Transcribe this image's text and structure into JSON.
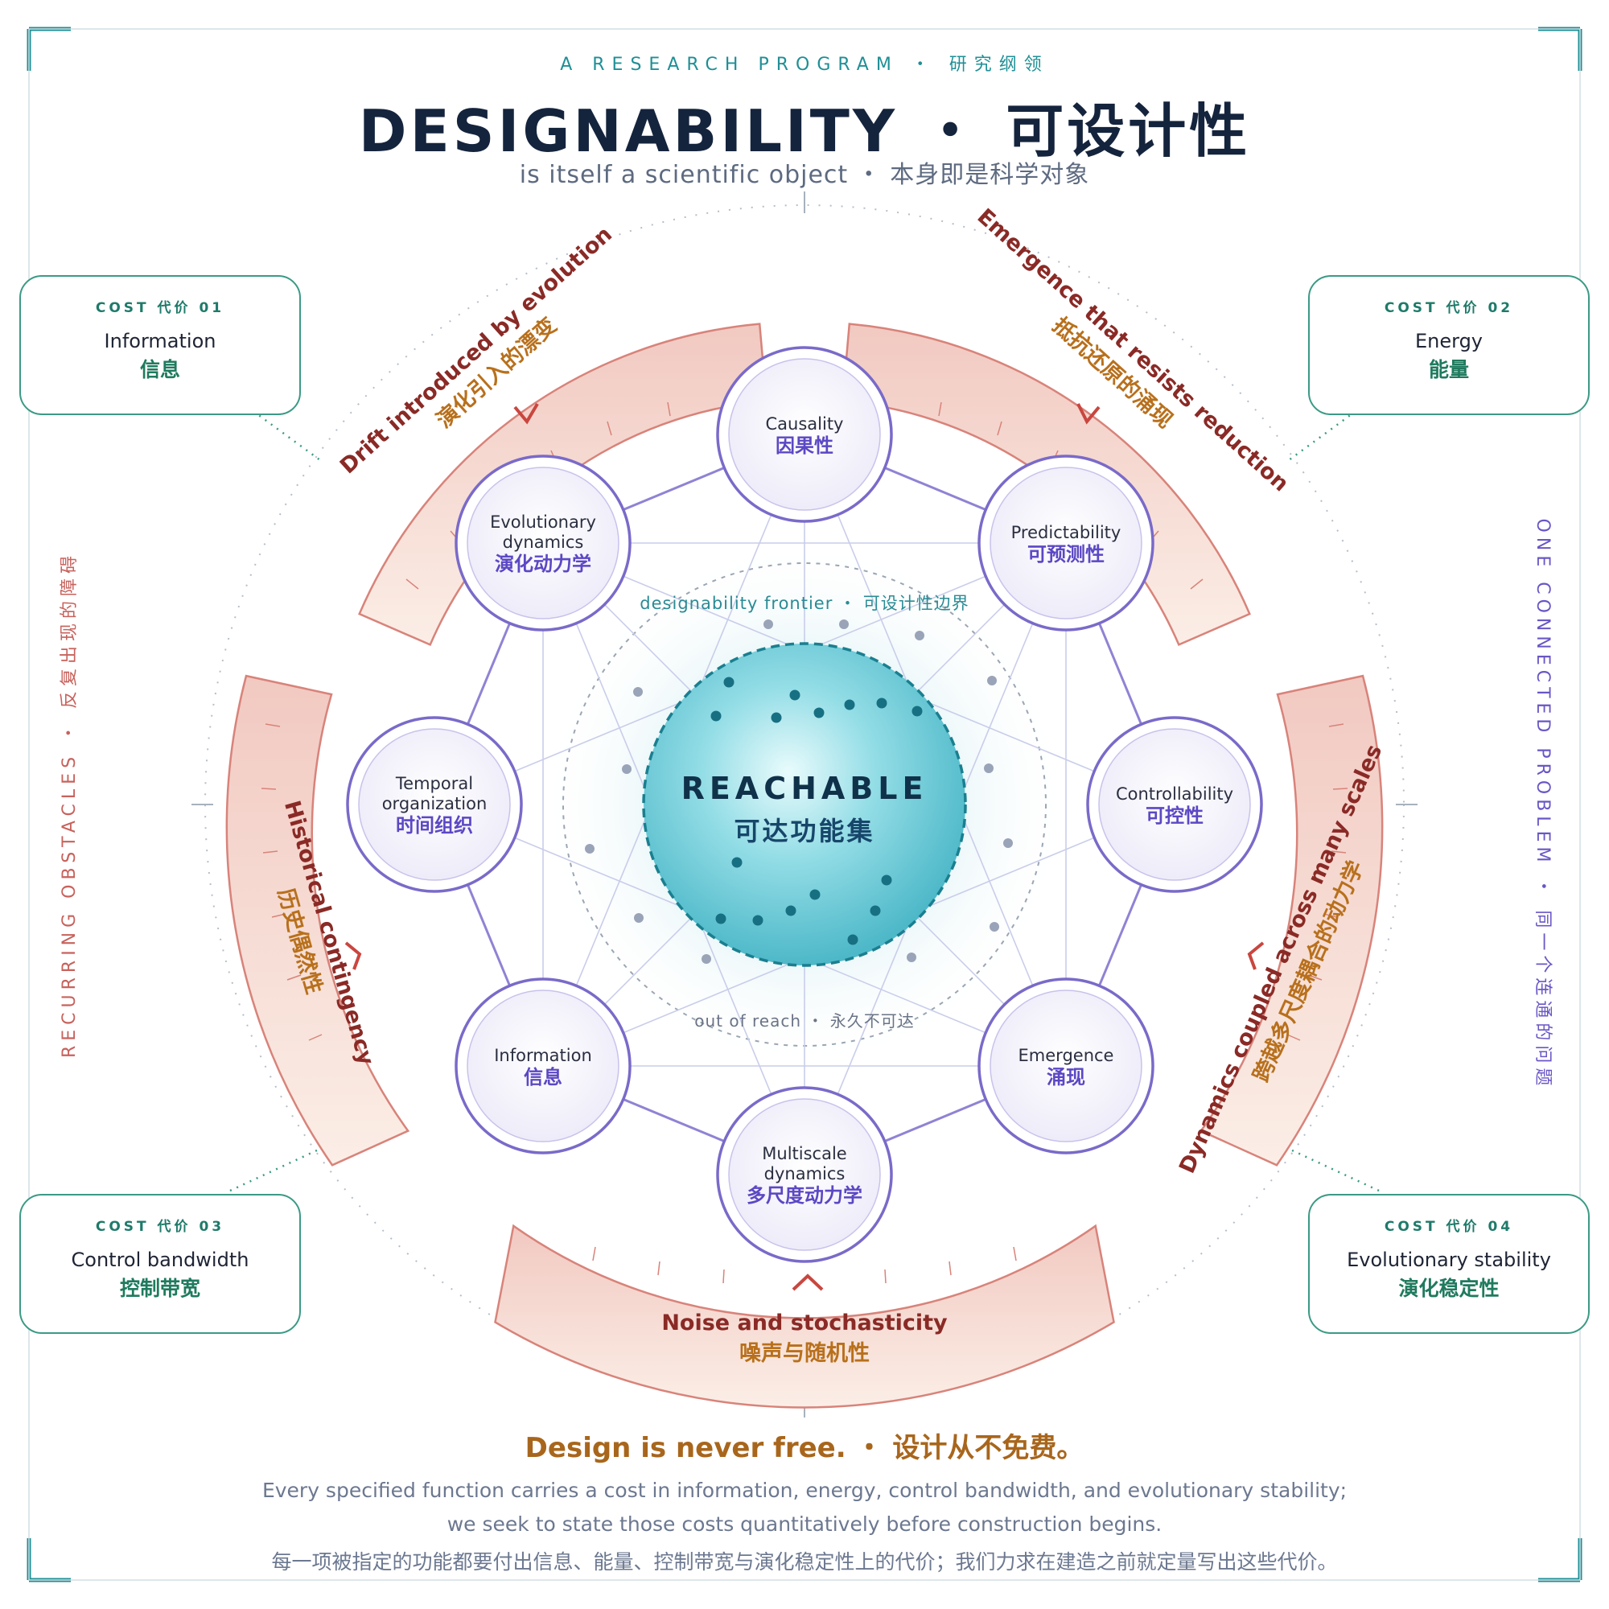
{
  "header": {
    "kicker": "A RESEARCH PROGRAM ・ 研究纲领",
    "title": "DESIGNABILITY ・ 可设计性",
    "subtitle": "is itself a scientific object ・ 本身即是科学对象"
  },
  "side_labels": {
    "left": "RECURRING OBSTACLES ・ 反复出现的障碍",
    "right": "ONE CONNECTED PROBLEM ・ 同一个连通的问题"
  },
  "costs": [
    {
      "tag": "COST 代价 01",
      "en": "Information",
      "zh": "信息"
    },
    {
      "tag": "COST 代价 02",
      "en": "Energy",
      "zh": "能量"
    },
    {
      "tag": "COST 代价 03",
      "en": "Control bandwidth",
      "zh": "控制带宽"
    },
    {
      "tag": "COST 代价 04",
      "en": "Evolutionary stability",
      "zh": "演化稳定性"
    }
  ],
  "obstacles": [
    {
      "en": "Drift introduced by evolution",
      "zh": "演化引入的漂变"
    },
    {
      "en": "Emergence that resists reduction",
      "zh": "抵抗还原的涌现"
    },
    {
      "en": "Historical contingency",
      "zh": "历史偶然性"
    },
    {
      "en": "Dynamics coupled across many scales",
      "zh": "跨越多尺度耦合的动力学"
    },
    {
      "en": "Noise and stochasticity",
      "zh": "噪声与随机性"
    }
  ],
  "nodes": [
    {
      "en": "Causality",
      "zh": "因果性"
    },
    {
      "en": "Predictability",
      "zh": "可预测性"
    },
    {
      "en": "Controllability",
      "zh": "可控性"
    },
    {
      "en": "Emergence",
      "zh": "涌现"
    },
    {
      "en": "Multiscale dynamics",
      "zh": "多尺度动力学"
    },
    {
      "en": "Information",
      "zh": "信息"
    },
    {
      "en": "Temporal organization",
      "zh": "时间组织"
    },
    {
      "en": "Evolutionary dynamics",
      "zh": "演化动力学"
    }
  ],
  "center": {
    "en": "REACHABLE",
    "zh": "可达功能集",
    "frontier_label": "designability frontier ・ 可设计性边界",
    "outside_label": "out of reach ・ 永久不可达"
  },
  "footer": {
    "title": "Design is never free. ・ 设计从不免费。",
    "line1": "Every specified function carries a cost in information, energy, control bandwidth, and evolutionary stability;",
    "line2": "we seek to state those costs quantitatively before construction begins.",
    "line3": "每一项被指定的功能都要付出信息、能量、控制带宽与演化稳定性上的代价；我们力求在建造之前就定量写出这些代价。"
  },
  "colors": {
    "teal": "#1f8f95",
    "navy": "#15243d",
    "violet": "#6a56c6",
    "coral": "#c8625c",
    "band_fill": "#f3d0c8",
    "green": "#3b9a85",
    "gold": "#a8661c"
  }
}
